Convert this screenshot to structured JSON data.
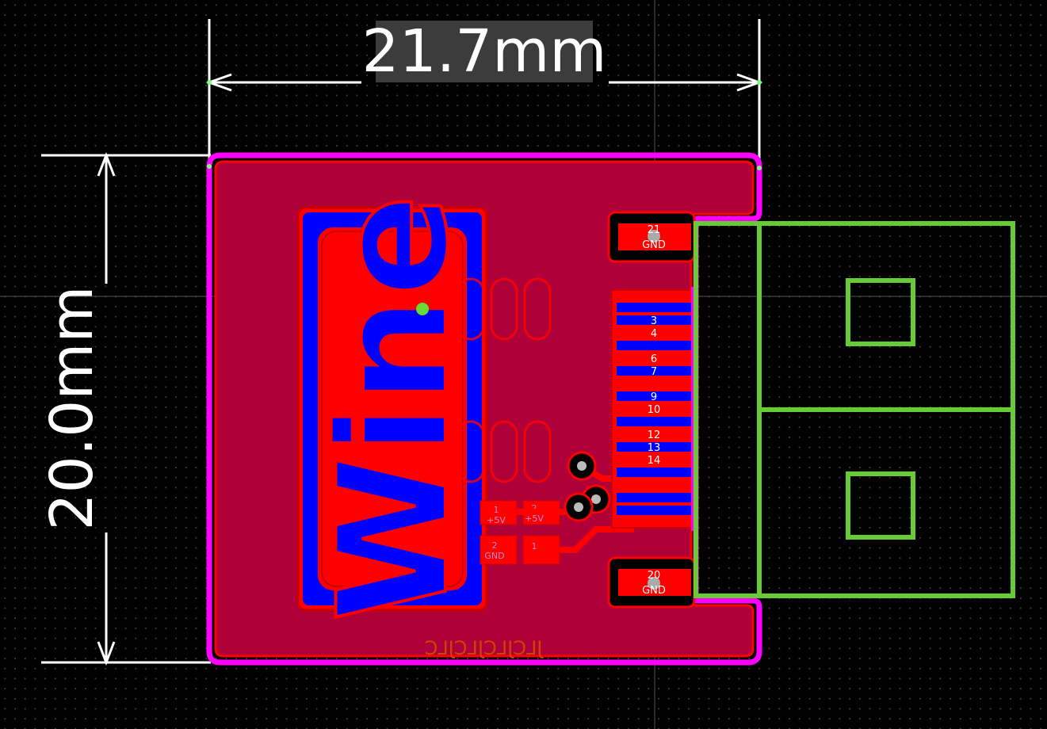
{
  "dimensions": {
    "width_label": "21.7mm",
    "height_label": "20.0mm"
  },
  "board": {
    "logo_text": "Wine",
    "bottom_silk": "JLCJLCJLCJLC"
  },
  "pins": {
    "pin21": "21",
    "gnd_top": "GND",
    "pin3": "3",
    "pin4": "4",
    "pin6": "6",
    "pin7": "7",
    "pin9": "9",
    "pin10": "10",
    "pin12": "12",
    "pin13": "13",
    "pin14": "14",
    "pin20": "20",
    "gnd_bottom": "GND"
  },
  "small_pads": {
    "p1_num": "1",
    "p1_net": "+5V",
    "p2_num": "2",
    "p2_net": "+5V",
    "p3_num": "2",
    "p3_net": "GND",
    "p4_num": "1"
  },
  "colors": {
    "background": "#000000",
    "board_outline": "#ff00ff",
    "copper_top": "#b0003a",
    "copper_bright": "#ff0000",
    "copper_bottom": "#0000ff",
    "courtyard": "#66cc33",
    "dimension": "#ffffff"
  }
}
